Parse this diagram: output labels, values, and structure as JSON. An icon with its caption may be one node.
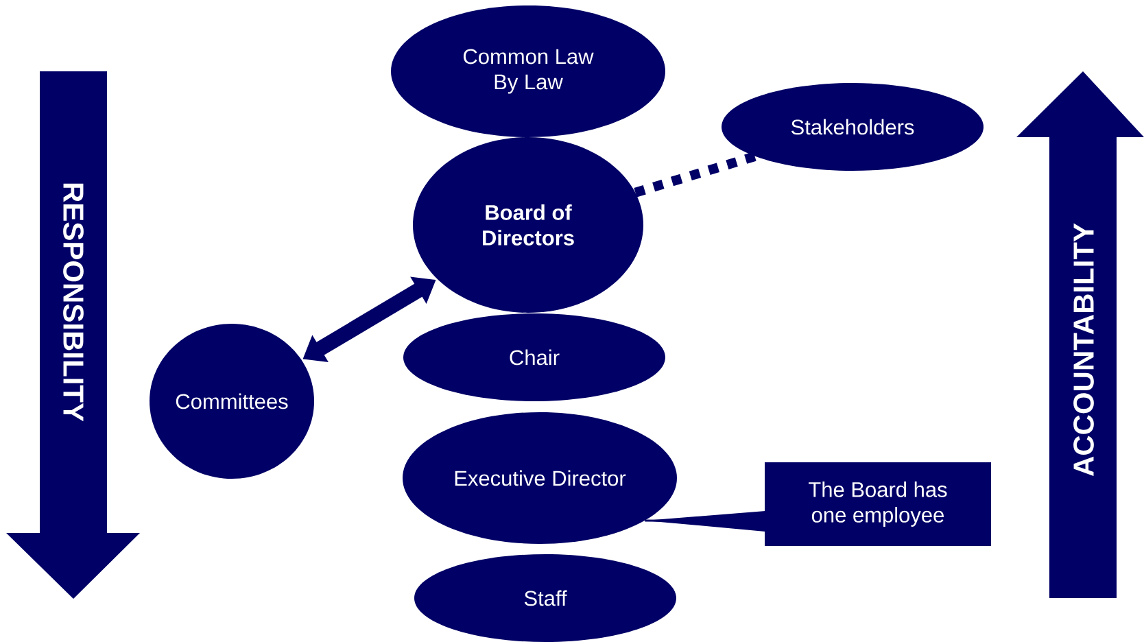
{
  "diagram": {
    "nodes": [
      {
        "text": [
          "Common Law By Law"
        ]
      },
      {
        "text": [
          "Board of Directors"
        ]
      },
      {
        "text": [
          "Stakeholders"
        ]
      },
      {
        "text": [
          "Committees"
        ]
      },
      {
        "text": [
          "Chair"
        ]
      },
      {
        "text": [
          "Executive Director"
        ]
      },
      {
        "text": [
          "The Board has one employee"
        ]
      },
      {
        "text": [
          "Staff"
        ]
      }
    ],
    "edges": [
      {
        "from": 3,
        "to": 1,
        "arrow": "both"
      },
      {
        "from": 1,
        "to": 2,
        "arrow": "none",
        "style": "dashed"
      },
      {
        "from": 6,
        "to": 5,
        "arrow": "none"
      }
    ],
    "labels": [
      "RESPONSIBILITY",
      "ACCOUNTABILITY"
    ]
  }
}
